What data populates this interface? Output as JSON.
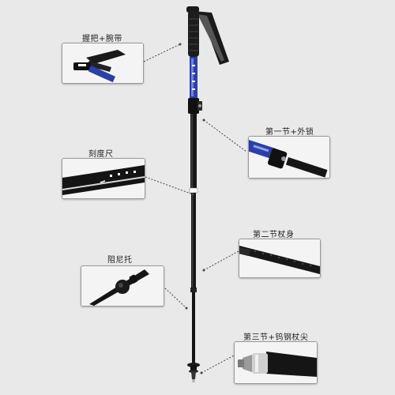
{
  "callouts": [
    {
      "id": "grip",
      "label": "握把+腕带"
    },
    {
      "id": "lock",
      "label": "第一节+外锁"
    },
    {
      "id": "scale",
      "label": "刻度尺"
    },
    {
      "id": "section2",
      "label": "第二节杖身"
    },
    {
      "id": "damper",
      "label": "阻尼托"
    },
    {
      "id": "tip",
      "label": "第三节+钨钢杖尖"
    }
  ],
  "colors": {
    "background": "#e9e9e9",
    "pole": "#111111",
    "accent_blue": "#2b3fa8",
    "leader": "#444444"
  },
  "icons": {
    "grip": "pole-grip-wrist-strap",
    "lock": "outer-lock-clamp",
    "scale": "length-scale",
    "section2": "pole-shaft-section",
    "damper": "damper-disc",
    "tip": "tungsten-steel-tip"
  }
}
